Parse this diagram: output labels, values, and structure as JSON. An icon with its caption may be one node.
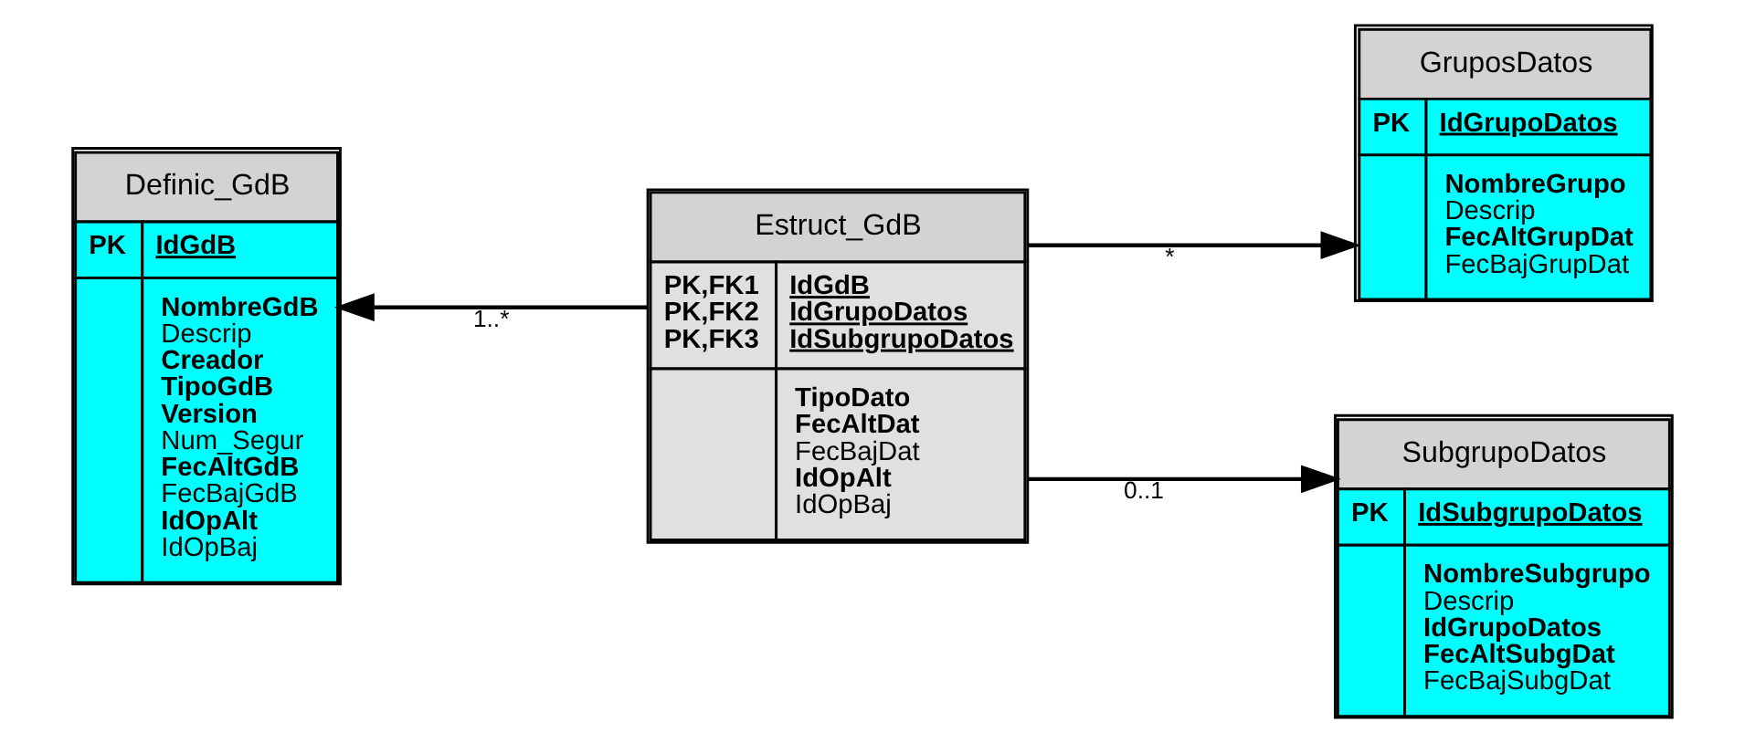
{
  "diagram": {
    "nodes": [
      {
        "text": [
          "Definic_GdB",
          "PK",
          "IdGdB",
          "NombreGdB",
          "Descrip",
          "Creador",
          "TipoGdB",
          "Version",
          "Num_Segur",
          "FecAltGdB",
          "FecBajGdB",
          "IdOpAlt",
          "IdOpBaj"
        ]
      },
      {
        "text": [
          "Estruct_GdB",
          "PK,FK1",
          "IdGdB",
          "PK,FK2",
          "IdGrupoDatos",
          "PK,FK3",
          "IdSubgrupoDatos",
          "TipoDato",
          "FecAltDat",
          "FecBajDat",
          "IdOpAlt",
          "IdOpBaj"
        ]
      },
      {
        "text": [
          "GruposDatos",
          "PK",
          "IdGrupoDatos",
          "NombreGrupo",
          "Descrip",
          "FecAltGrupDat",
          "FecBajGrupDat"
        ]
      },
      {
        "text": [
          "SubgrupoDatos",
          "PK",
          "IdSubgrupoDatos",
          "NombreSubgrupo",
          "Descrip",
          "IdGrupoDatos",
          "FecAltSubgDat",
          "FecBajSubgDat"
        ]
      }
    ],
    "edges": [
      {
        "from": 1,
        "to": 0,
        "arrow": "to",
        "label": "1..*"
      },
      {
        "from": 1,
        "to": 2,
        "arrow": "to",
        "label": "*"
      },
      {
        "from": 1,
        "to": 3,
        "arrow": "to",
        "label": "0..1"
      }
    ]
  }
}
